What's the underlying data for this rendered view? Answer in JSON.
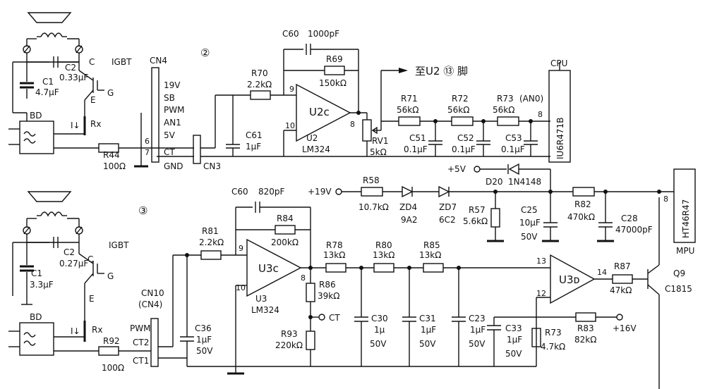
{
  "section_a": {
    "circle_label": "②",
    "igbt": "IGBT",
    "c_label": "C",
    "g_label": "G",
    "e_label": "E",
    "c1": "C1",
    "c1_val": "4.7μF",
    "c2": "C2",
    "c2_val": "0.33μF",
    "bd": "BD",
    "rx": "Rx",
    "i_sym": "I↓",
    "r44": "R44",
    "r44_val": "100Ω",
    "cn4": "CN4",
    "cn4_pins": [
      "19V",
      "SB",
      "PWM",
      "AN1",
      "5V",
      "CT",
      "GND"
    ],
    "cn4_pin6": "6",
    "cn4_pin7": "7",
    "cn3": "CN3",
    "r70": "R70",
    "r70_val": "2.2kΩ",
    "c61": "C61",
    "c61_val": "1μF",
    "c60": "C60",
    "c60_val": "1000pF",
    "r69": "R69",
    "r69_val": "150kΩ",
    "opamp": "U2c",
    "opamp_name": "U2",
    "opamp_part": "LM324",
    "pin9": "9",
    "pin10": "10",
    "pin8": "8",
    "rv1": "RV1",
    "rv1_val": "5kΩ",
    "to_u2": "至U2 ⑬ 脚",
    "r71": "R71",
    "r71_val": "56kΩ",
    "r72": "R72",
    "r72_val": "56kΩ",
    "r73": "R73",
    "r73_note": "(AN0)",
    "r73_val": "56kΩ",
    "c51": "C51",
    "c51_val": "0.1μF",
    "c52": "C52",
    "c52_val": "0.1μF",
    "c53": "C53",
    "c53_val": "0.1μF",
    "cpu": "CPU",
    "cpu_part": "IU6R471B",
    "cpu_pin": "8",
    "plus5v": "+5V",
    "d20": "D20",
    "d20_val": "1N4148"
  },
  "section_b": {
    "circle_label": "③",
    "igbt": "IGBT",
    "c_label": "C",
    "g_label": "G",
    "e_label": "E",
    "c1": "C1",
    "c1_val": "3.3μF",
    "c2": "C2",
    "c2_val": "0.27μF",
    "bd": "BD",
    "rx": "Rx",
    "i_sym": "I↓",
    "r92": "R92",
    "r92_val": "100Ω",
    "cn10": "CN10",
    "cn10_alt": "(CN4)",
    "cn10_pins": [
      "PWM",
      "CT2",
      "CT1"
    ],
    "c36": "C36",
    "c36_val": "1μF",
    "c36_v": "50V",
    "r81": "R81",
    "r81_val": "2.2kΩ",
    "c60": "C60",
    "c60_val": "820pF",
    "r84": "R84",
    "r84_val": "200kΩ",
    "opamp": "U3c",
    "opamp_name": "U3",
    "opamp_part": "LM324",
    "pin9": "9",
    "pin10": "10",
    "pin8": "8",
    "r86": "R86",
    "r86_val": "39kΩ",
    "ct": "CT",
    "r93": "R93",
    "r93_val": "220kΩ",
    "r78": "R78",
    "r78_val": "13kΩ",
    "r80": "R80",
    "r80_val": "13kΩ",
    "r85": "R85",
    "r85_val": "13kΩ",
    "c30": "C30",
    "c30_val": "1μ",
    "c30_v": "50V",
    "c31": "C31",
    "c31_val": "1μF",
    "c31_v": "50V",
    "c23": "C23",
    "c23_val": "1μF",
    "c23_v": "50V",
    "c33": "C33",
    "c33_val": "1μF",
    "c33_v": "50V",
    "r73": "R73",
    "r73_val": "4.7kΩ",
    "r83": "R83",
    "r83_val": "82kΩ",
    "plus16v": "+16V",
    "u3d": "U3ᴅ",
    "pin13": "13",
    "pin12": "12",
    "pin14": "14",
    "r87": "R87",
    "r87_val": "47kΩ",
    "q9": "Q9",
    "q9_part": "C1815",
    "plus19v": "+19V",
    "r58": "R58",
    "r58_val": "10.7kΩ",
    "zd4": "ZD4",
    "zd4_val": "9A2",
    "zd7": "ZD7",
    "zd7_val": "6C2",
    "r57": "R57",
    "r57_val": "5.6kΩ",
    "c25": "C25",
    "c25_val": "10μF",
    "c25_v": "50V",
    "r82": "R82",
    "r82_val": "470kΩ",
    "c28": "C28",
    "c28_val": "47000pF",
    "mpu": "MPU",
    "mpu_part": "HT46R47",
    "mpu_pin": "8"
  }
}
